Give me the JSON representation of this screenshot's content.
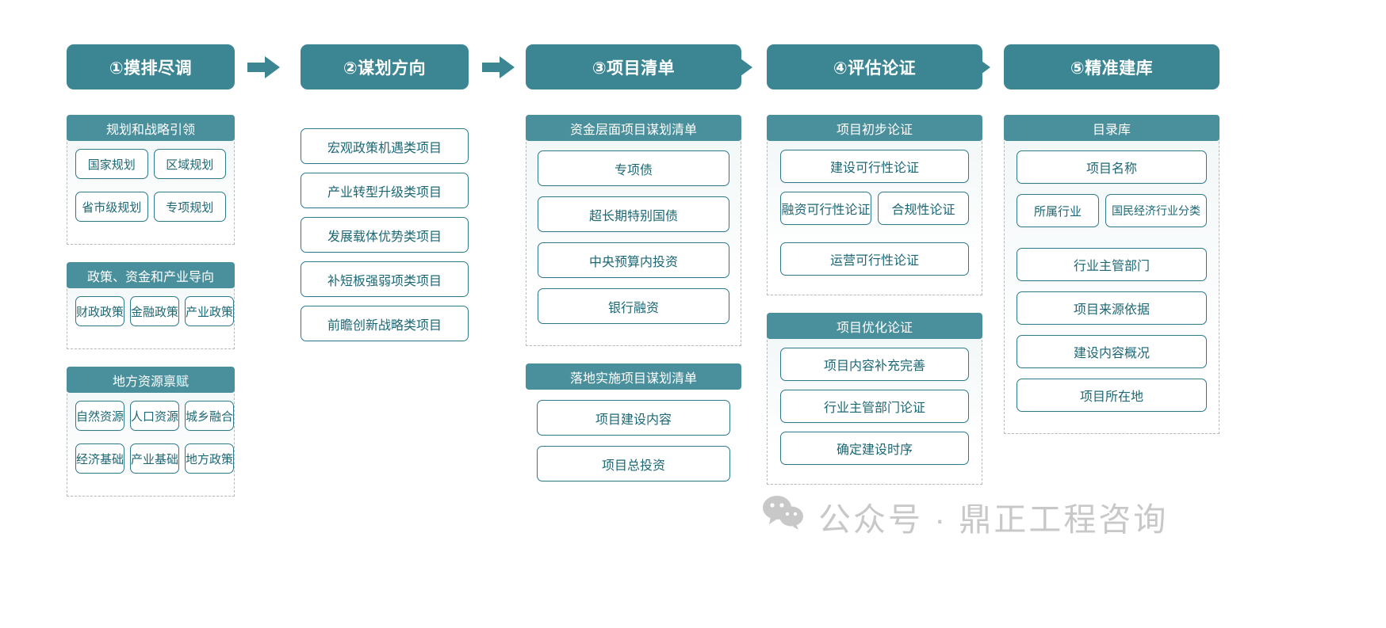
{
  "colors": {
    "stage_header": "#3c8693",
    "group_header": "#4a8f9c",
    "item_border": "#2d7a89",
    "item_text": "#1d6775",
    "dashed_border": "#b9b9b9",
    "watermark": "#c8c8c8"
  },
  "arrows": {
    "icon": "arrow-right-icon",
    "count": 4
  },
  "stages": [
    {
      "id": "stage-1",
      "title": "①摸排尽调",
      "groups": [
        {
          "title": "规划和战略引领",
          "dashed": true,
          "rows": [
            [
              "国家规划",
              "区域规划"
            ],
            [
              "省市级规划",
              "专项规划"
            ]
          ]
        },
        {
          "title": "政策、资金和产业导向",
          "dashed": true,
          "rows": [
            [
              "财政政策",
              "金融政策",
              "产业政策"
            ]
          ]
        },
        {
          "title": "地方资源禀赋",
          "dashed": true,
          "rows": [
            [
              "自然资源",
              "人口资源",
              "城乡融合"
            ],
            [
              "经济基础",
              "产业基础",
              "地方政策"
            ]
          ]
        }
      ]
    },
    {
      "id": "stage-2",
      "title": "②谋划方向",
      "groups": [
        {
          "title": "",
          "dashed": false,
          "rows": [
            [
              "宏观政策机遇类项目"
            ],
            [
              "产业转型升级类项目"
            ],
            [
              "发展载体优势类项目"
            ],
            [
              "补短板强弱项类项目"
            ],
            [
              "前瞻创新战略类项目"
            ]
          ]
        }
      ]
    },
    {
      "id": "stage-3",
      "title": "③项目清单",
      "groups": [
        {
          "title": "资金层面项目谋划清单",
          "dashed": true,
          "rows": [
            [
              "专项债"
            ],
            [
              "超长期特别国债"
            ],
            [
              "中央预算内投资"
            ],
            [
              "银行融资"
            ]
          ]
        },
        {
          "title": "落地实施项目谋划清单",
          "dashed": false,
          "rows": [
            [
              "项目建设内容"
            ],
            [
              "项目总投资"
            ]
          ]
        }
      ]
    },
    {
      "id": "stage-4",
      "title": "④评估论证",
      "groups": [
        {
          "title": "项目初步论证",
          "dashed": true,
          "rows": [
            [
              "建设可行性论证"
            ],
            [
              "融资可行性论证",
              "合规性论证"
            ],
            [
              "运营可行性论证"
            ]
          ]
        },
        {
          "title": "项目优化论证",
          "dashed": true,
          "rows": [
            [
              "项目内容补充完善"
            ],
            [
              "行业主管部门论证"
            ],
            [
              "确定建设时序"
            ]
          ]
        }
      ]
    },
    {
      "id": "stage-5",
      "title": "⑤精准建库",
      "groups": [
        {
          "title": "目录库",
          "dashed": true,
          "rows": [
            [
              "项目名称"
            ],
            [
              "所属行业",
              "国民经济行业分类"
            ],
            [
              "行业主管部门"
            ],
            [
              "项目来源依据"
            ],
            [
              "建设内容概况"
            ],
            [
              "项目所在地"
            ]
          ]
        }
      ]
    }
  ],
  "watermark": {
    "icon": "wechat-icon",
    "text": "公众号 · 鼎正工程咨询"
  }
}
